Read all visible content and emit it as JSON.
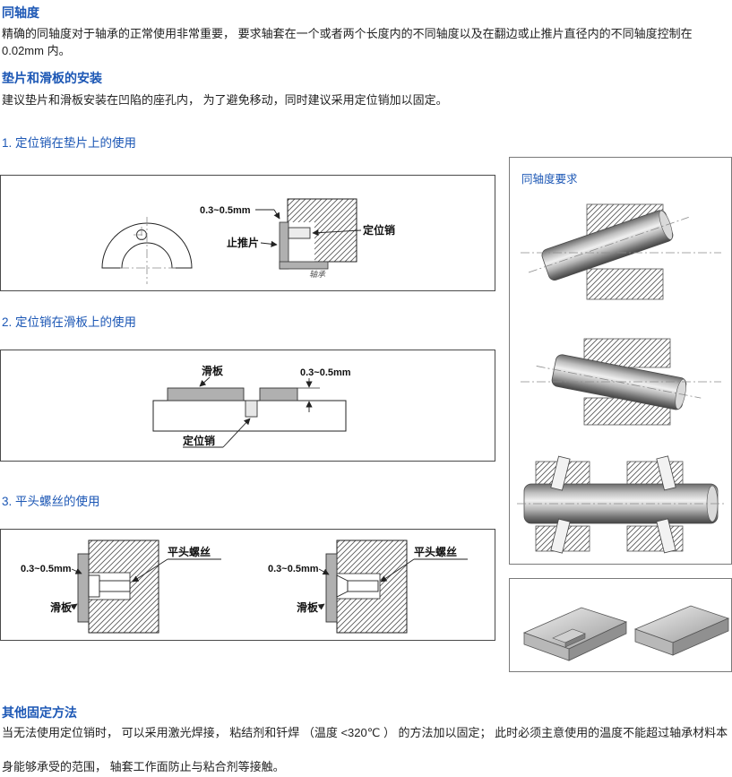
{
  "colors": {
    "heading_blue": "#1c57b5",
    "body_text": "#222222",
    "hatch_line": "#5a5a5a",
    "washer_gray": "#b0b0b0"
  },
  "sections": {
    "coaxiality": {
      "heading": "同轴度",
      "body": "精确的同轴度对于轴承的正常使用非常重要， 要求轴套在一个或者两个长度内的不同轴度以及在翻边或止推片直径内的不同轴度控制在 0.02mm 内。"
    },
    "installation": {
      "heading": "垫片和滑板的安装",
      "body": "建议垫片和滑板安装在凹陷的座孔内， 为了避免移动，同时建议采用定位销加以固定。"
    },
    "other_methods": {
      "heading": "其他固定方法",
      "body": "当无法使用定位销时， 可以采用激光焊接， 粘结剂和钎焊 （温度 <320℃ ） 的方法加以固定； 此时必须主意使用的温度不能超过轴承材料本身能够承受的范围， 轴套工作面防止与粘合剂等接触。"
    }
  },
  "figures": {
    "fig1": {
      "caption": "1. 定位销在垫片上的使用",
      "labels": {
        "dim": "0.3~0.5mm",
        "thrust_washer": "止推片",
        "pin": "定位销",
        "bearing": "轴承"
      }
    },
    "fig2": {
      "caption": "2. 定位销在滑板上的使用",
      "labels": {
        "plate": "滑板",
        "dim": "0.3~0.5mm",
        "pin": "定位销"
      }
    },
    "fig3": {
      "caption": "3. 平头螺丝的使用",
      "left": {
        "dim": "0.3~0.5mm",
        "screw": "平头螺丝",
        "plate": "滑板"
      },
      "right": {
        "dim": "0.3~0.5mm",
        "screw": "平头螺丝",
        "plate": "滑板"
      }
    },
    "coax_panel": {
      "title": "同轴度要求"
    }
  }
}
